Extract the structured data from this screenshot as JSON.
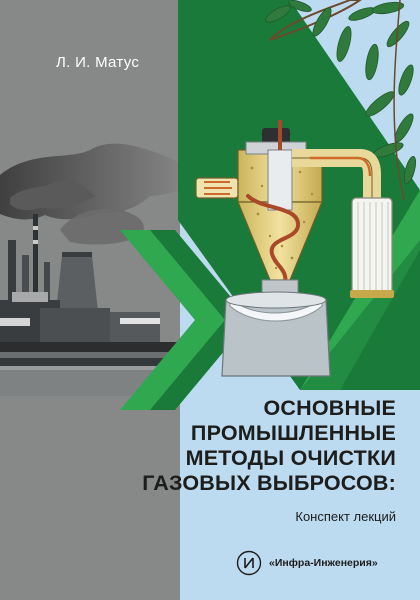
{
  "book": {
    "author": "Л. И. Матус",
    "title_lines": [
      "ОСНОВНЫЕ",
      "ПРОМЫШЛЕННЫЕ",
      "МЕТОДЫ ОЧИСТКИ",
      "ГАЗОВЫХ ВЫБРОСОВ:"
    ],
    "subtitle": "Конспект лекций",
    "publisher": "«Инфра-Инженерия»"
  },
  "colors": {
    "left_panel": "#868988",
    "right_panel": "#bcdaf0",
    "green_dark": "#1a7a3a",
    "green_light": "#2fa84f",
    "smoke": "#4f4f4f",
    "title_text": "#1d1d1b"
  },
  "icons": [
    "factory-illustration",
    "cyclone-illustration",
    "leaf-branch-decoration",
    "chevron-arrow-decoration",
    "publisher-logo-icon"
  ]
}
